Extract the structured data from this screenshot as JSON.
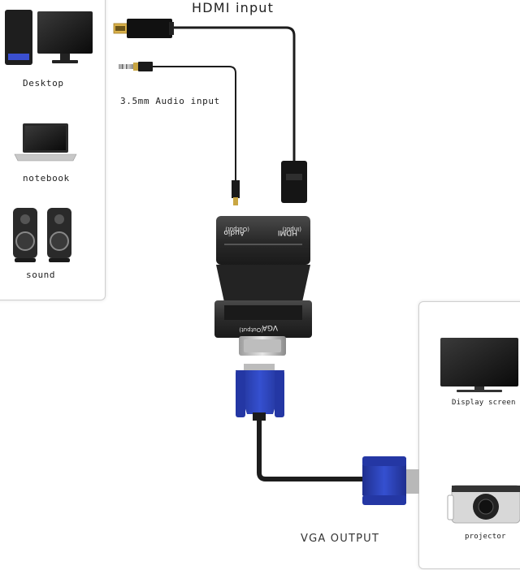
{
  "labels": {
    "hdmi_input": "HDMI input",
    "audio_input": "3.5mm Audio input",
    "desktop": "Desktop",
    "notebook": "notebook",
    "sound": "sound",
    "display_screen": "Display screen",
    "projector": "projector",
    "vga_output": "VGA OUTPUT"
  },
  "adapter": {
    "audio_port": "Audio",
    "audio_port_sub": "(Output)",
    "hdmi_port": "HDMI",
    "hdmi_port_sub": "(Input)",
    "vga_port": "VGA",
    "vga_port_sub": "(Output)"
  },
  "colors": {
    "vga_blue": "#2b3fb0",
    "adapter_black": "#2a2a2a",
    "cable": "#1c1c1c"
  }
}
